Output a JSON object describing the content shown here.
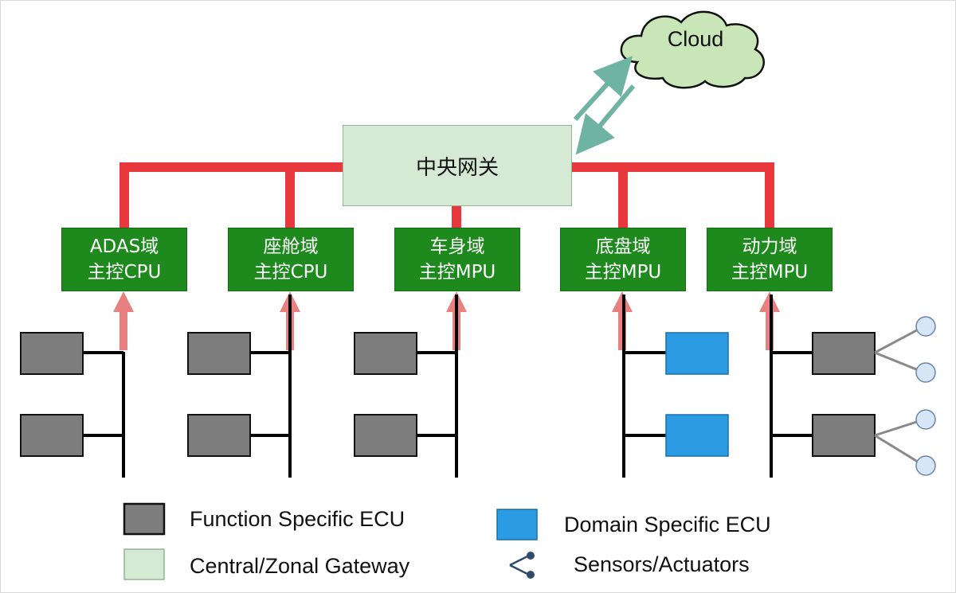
{
  "cloud": {
    "label": "Cloud"
  },
  "gateway": {
    "label": "中央网关"
  },
  "domains": [
    {
      "line1": "ADAS域",
      "line2": "主控CPU"
    },
    {
      "line1": "座舱域",
      "line2": "主控CPU"
    },
    {
      "line1": "车身域",
      "line2": "主控MPU"
    },
    {
      "line1": "底盘域",
      "line2": "主控MPU"
    },
    {
      "line1": "动力域",
      "line2": "主控MPU"
    }
  ],
  "legend": {
    "function_ecu": "Function Specific ECU",
    "gateway": "Central/Zonal Gateway",
    "domain_ecu": "Domain Specific ECU",
    "sensors": "Sensors/Actuators"
  },
  "colors": {
    "backbone": "#e8383d",
    "uplink_arrow": "#e98080",
    "cloud_link": "#6fb3a3",
    "cloud_fill": "#c8e6b8",
    "gateway_fill": "#d5e9d4",
    "domain_controller": "#1e8a1e",
    "function_ecu": "#7d7d7d",
    "domain_ecu": "#2b9be3",
    "sensor": "#d6e6f7"
  }
}
